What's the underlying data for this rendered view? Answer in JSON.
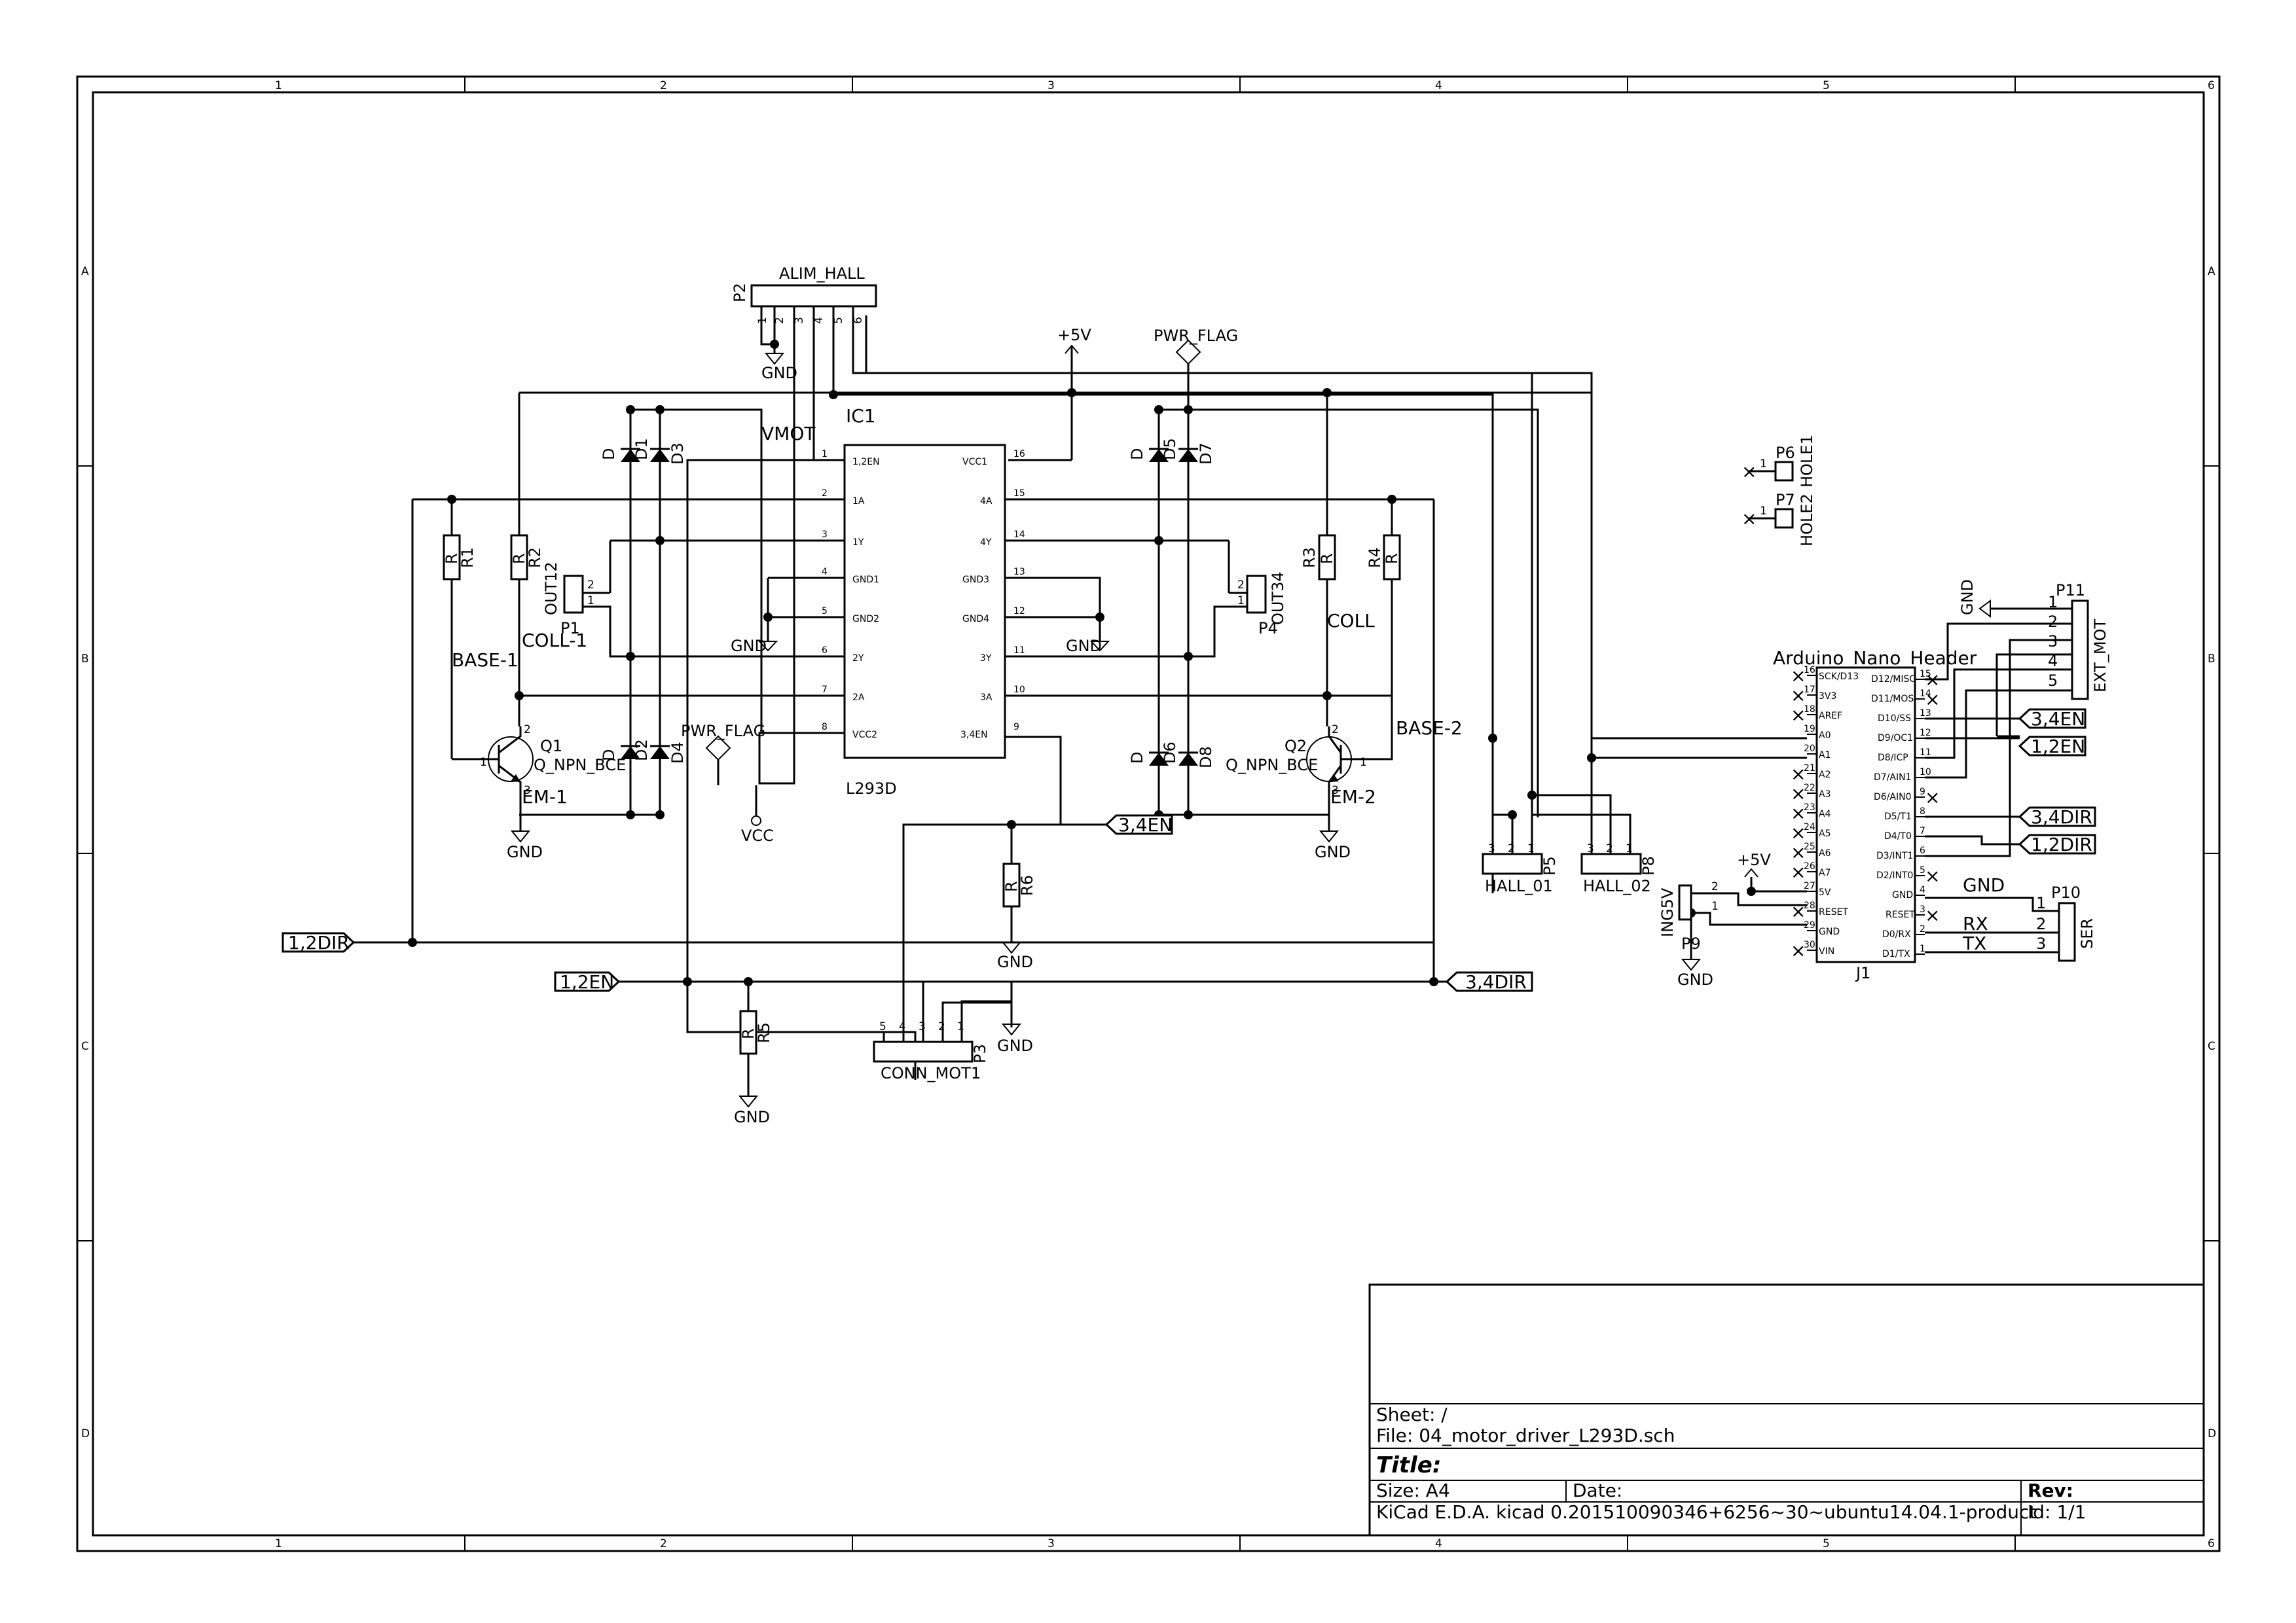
{
  "frame": {
    "columns": [
      "1",
      "2",
      "3",
      "4",
      "5",
      "6"
    ],
    "rows": [
      "A",
      "B",
      "C",
      "D"
    ]
  },
  "title_block": {
    "sheet": "Sheet: /",
    "file": "File: 04_motor_driver_L293D.sch",
    "title": "Title:",
    "size": "Size: A4",
    "date": "Date:",
    "rev": "Rev:",
    "tool": "KiCad E.D.A.  kicad 0.201510090346+6256~30~ubuntu14.04.1-product",
    "id": "Id: 1/1"
  },
  "ic1": {
    "ref": "IC1",
    "value": "L293D",
    "left_pins": [
      {
        "num": "1",
        "name": "1,2EN"
      },
      {
        "num": "2",
        "name": "1A"
      },
      {
        "num": "3",
        "name": "1Y"
      },
      {
        "num": "4",
        "name": "GND1"
      },
      {
        "num": "5",
        "name": "GND2"
      },
      {
        "num": "6",
        "name": "2Y"
      },
      {
        "num": "7",
        "name": "2A"
      },
      {
        "num": "8",
        "name": "VCC2"
      }
    ],
    "right_pins": [
      {
        "num": "16",
        "name": "VCC1"
      },
      {
        "num": "15",
        "name": "4A"
      },
      {
        "num": "14",
        "name": "4Y"
      },
      {
        "num": "13",
        "name": "GND3"
      },
      {
        "num": "12",
        "name": "GND4"
      },
      {
        "num": "11",
        "name": "3Y"
      },
      {
        "num": "10",
        "name": "3A"
      },
      {
        "num": "9",
        "name": "3,4EN"
      }
    ]
  },
  "j1": {
    "ref": "J1",
    "value": "Arduino_Nano_Header",
    "left_pins": [
      {
        "num": "16",
        "name": "SCK/D13"
      },
      {
        "num": "17",
        "name": "3V3"
      },
      {
        "num": "18",
        "name": "AREF"
      },
      {
        "num": "19",
        "name": "A0"
      },
      {
        "num": "20",
        "name": "A1"
      },
      {
        "num": "21",
        "name": "A2"
      },
      {
        "num": "22",
        "name": "A3"
      },
      {
        "num": "23",
        "name": "A4"
      },
      {
        "num": "24",
        "name": "A5"
      },
      {
        "num": "25",
        "name": "A6"
      },
      {
        "num": "26",
        "name": "A7"
      },
      {
        "num": "27",
        "name": "5V"
      },
      {
        "num": "28",
        "name": "RESET"
      },
      {
        "num": "29",
        "name": "GND"
      },
      {
        "num": "30",
        "name": "VIN"
      }
    ],
    "right_pins": [
      {
        "num": "15",
        "name": "D12/MISO"
      },
      {
        "num": "14",
        "name": "D11/MOSI"
      },
      {
        "num": "13",
        "name": "D10/SS"
      },
      {
        "num": "12",
        "name": "D9/OC1"
      },
      {
        "num": "11",
        "name": "D8/ICP"
      },
      {
        "num": "10",
        "name": "D7/AIN1"
      },
      {
        "num": "9",
        "name": "D6/AIN0"
      },
      {
        "num": "8",
        "name": "D5/T1"
      },
      {
        "num": "7",
        "name": "D4/T0"
      },
      {
        "num": "6",
        "name": "D3/INT1"
      },
      {
        "num": "5",
        "name": "D2/INT0"
      },
      {
        "num": "4",
        "name": "GND"
      },
      {
        "num": "3",
        "name": "RESET"
      },
      {
        "num": "2",
        "name": "D0/RX"
      },
      {
        "num": "1",
        "name": "D1/TX"
      }
    ]
  },
  "connectors": {
    "p2": {
      "ref": "P2",
      "value": "ALIM_HALL",
      "pins": [
        "1",
        "2",
        "3",
        "4",
        "5",
        "6"
      ]
    },
    "p3": {
      "ref": "P3",
      "value": "CONN_MOT1",
      "pins": [
        "5",
        "4",
        "3",
        "2",
        "1"
      ]
    },
    "p5": {
      "ref": "P5",
      "value": "HALL_01",
      "pins": [
        "3",
        "2",
        "1"
      ]
    },
    "p8": {
      "ref": "P8",
      "value": "HALL_02",
      "pins": [
        "3",
        "2",
        "1"
      ]
    },
    "p1": {
      "ref": "P1",
      "value": "OUT12",
      "pins": [
        "2",
        "1"
      ]
    },
    "p4": {
      "ref": "P4",
      "value": "OUT34",
      "pins": [
        "2",
        "1"
      ]
    },
    "p6": {
      "ref": "P6",
      "value": "HOLE1",
      "pin": "1"
    },
    "p7": {
      "ref": "P7",
      "value": "HOLE2",
      "pin": "1"
    },
    "p9": {
      "ref": "P9",
      "value": "ING5V",
      "pins": [
        "2",
        "1"
      ]
    },
    "p10": {
      "ref": "P10",
      "value": "SER",
      "pins": [
        "1",
        "2",
        "3"
      ]
    },
    "p11": {
      "ref": "P11",
      "value": "EXT_MOT",
      "pins": [
        "1",
        "2",
        "3",
        "4",
        "5"
      ]
    }
  },
  "resistors": [
    {
      "ref": "R1",
      "value": "R"
    },
    {
      "ref": "R2",
      "value": "R"
    },
    {
      "ref": "R3",
      "value": "R"
    },
    {
      "ref": "R4",
      "value": "R"
    },
    {
      "ref": "R5",
      "value": "R"
    },
    {
      "ref": "R6",
      "value": "R"
    }
  ],
  "diodes": [
    {
      "ref": "D1",
      "value": "D"
    },
    {
      "ref": "D2",
      "value": "D"
    },
    {
      "ref": "D3",
      "value": "D"
    },
    {
      "ref": "D4",
      "value": "D"
    },
    {
      "ref": "D5",
      "value": "D"
    },
    {
      "ref": "D6",
      "value": "D"
    },
    {
      "ref": "D7",
      "value": "D"
    },
    {
      "ref": "D8",
      "value": "D"
    }
  ],
  "transistors": [
    {
      "ref": "Q1",
      "value": "Q_NPN_BCE",
      "pins": [
        "1",
        "2",
        "3"
      ]
    },
    {
      "ref": "Q2",
      "value": "Q_NPN_BCE",
      "pins": [
        "1",
        "2",
        "3"
      ]
    }
  ],
  "net_labels": {
    "vmot": "VMOT",
    "coll1": "COLL-1",
    "coll": "COLL",
    "base1": "BASE-1",
    "base2": "BASE-2",
    "em1": "EM-1",
    "em2": "EM-2",
    "rx": "RX",
    "tx": "TX",
    "gnd_text": "GND"
  },
  "global_labels": {
    "dir12": "1,2DIR",
    "en12": "1,2EN",
    "en34": "3,4EN",
    "dir34": "3,4DIR"
  },
  "power": {
    "gnd": "GND",
    "p5v": "+5V",
    "vcc": "VCC",
    "pwr_flag": "PWR_FLAG"
  }
}
